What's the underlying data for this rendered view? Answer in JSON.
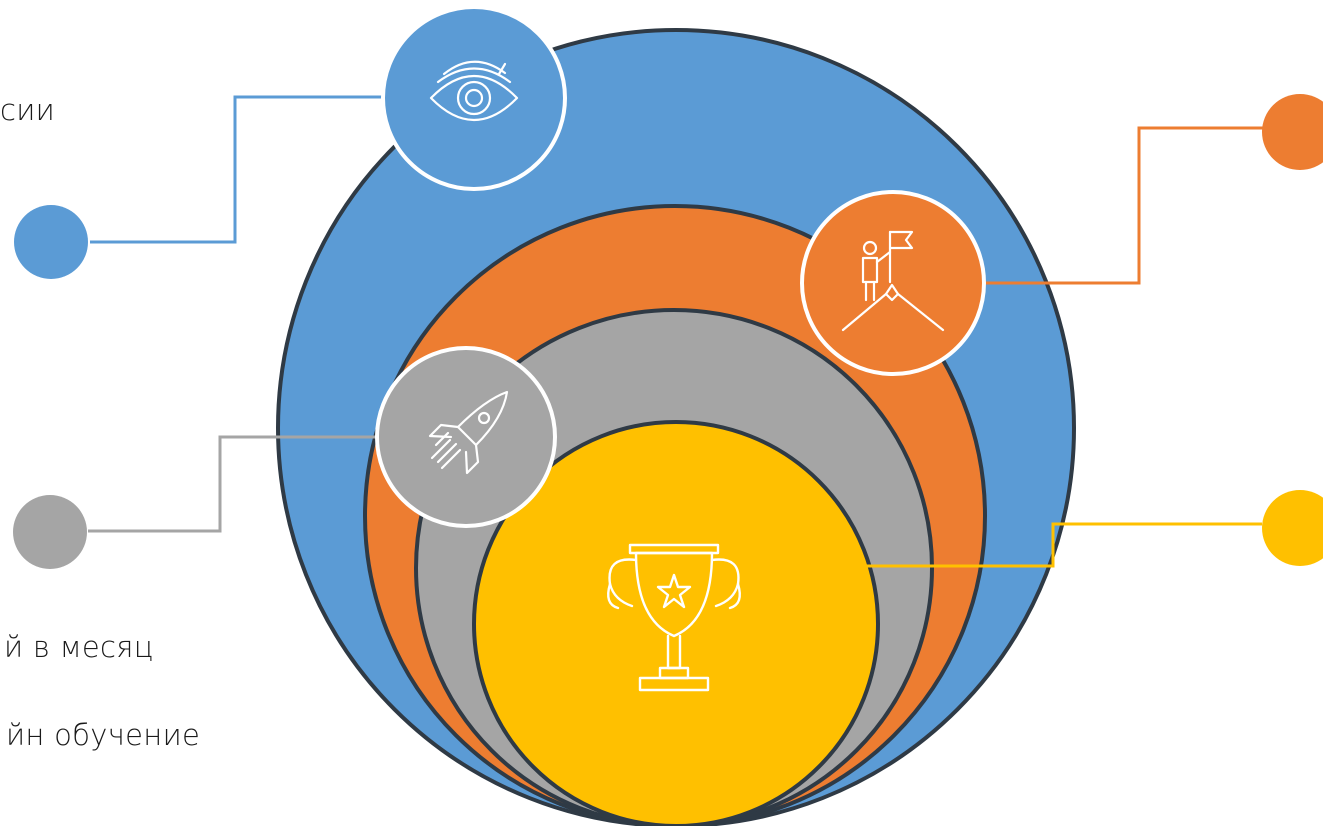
{
  "captions": {
    "vision": "сии",
    "per_month": "й в месяц",
    "online_learning": "йн обучение"
  },
  "icons": {
    "vision": "eye-icon",
    "goal": "person-flag-summit-icon",
    "launch": "rocket-icon",
    "achievement": "trophy-star-icon"
  },
  "colors": {
    "blue": "#5b9bd5",
    "orange": "#ed7d31",
    "gray": "#a5a5a5",
    "yellow": "#ffc000",
    "outline": "#2f3a45",
    "icon_stroke": "#ffffff"
  }
}
